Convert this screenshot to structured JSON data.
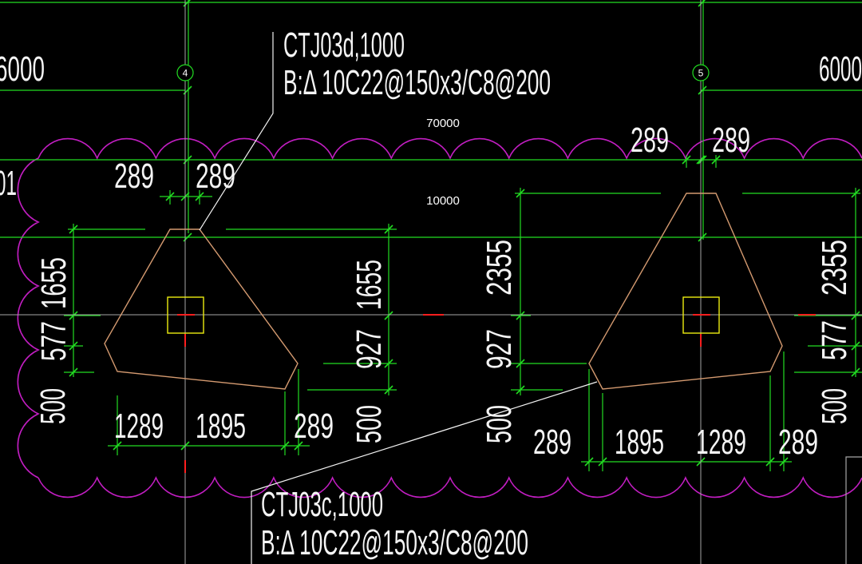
{
  "drawing": {
    "grid_axes": [
      "4",
      "5"
    ],
    "overall_dims": {
      "left_bay": "6000",
      "right_bay": "6000",
      "total": "70000",
      "span": "10000"
    },
    "edge_fragment": "01",
    "left_cap": {
      "tag": "CTJ03d,1000",
      "rebar": "B:Δ 10C22@150x3/C8@200",
      "dims": {
        "top": [
          "289",
          "289"
        ],
        "left": [
          "1655",
          "577",
          "500"
        ],
        "right": [
          "1655",
          "927",
          "500"
        ],
        "bottom": [
          "1289",
          "1895",
          "289"
        ]
      }
    },
    "right_cap": {
      "tag": "CTJ03c,1000",
      "rebar": "B:Δ 10C22@150x3/C8@200",
      "dims": {
        "top": [
          "289",
          "289"
        ],
        "left": [
          "2355",
          "927",
          "500"
        ],
        "right": [
          "2355",
          "577",
          "500"
        ],
        "bottom": [
          "289",
          "1895",
          "1289",
          "289"
        ]
      }
    }
  },
  "colors": {
    "background": "#000000",
    "dimension": "#22dd22",
    "axis": "#a6a6a6",
    "center_mark": "#ff1e1e",
    "revision_cloud": "#c21ec2",
    "pile_cap": "#d49a70",
    "column": "#ecec10",
    "leader": "#f2f2f2",
    "text": "#f4f4f4"
  }
}
